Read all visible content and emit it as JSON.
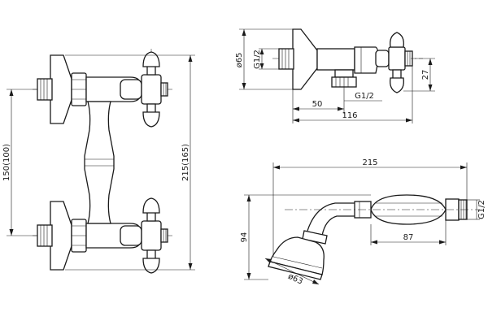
{
  "diagram": {
    "dimensions": {
      "mixer_spacing": "150(100)",
      "mixer_height": "215(165)",
      "flange_diameter": "ø65",
      "side_thread": "G1/2",
      "outlet_thread": "G1/2",
      "side_offset": "27",
      "side_outlet_depth": "50",
      "side_total_depth": "116",
      "hand_shower_length": "215",
      "hand_shower_height": "94",
      "handle_length": "87",
      "hose_thread": "G1/2",
      "shower_head_diameter": "ø63"
    },
    "colors": {
      "line": "#1a1a1a",
      "background": "#ffffff"
    }
  }
}
